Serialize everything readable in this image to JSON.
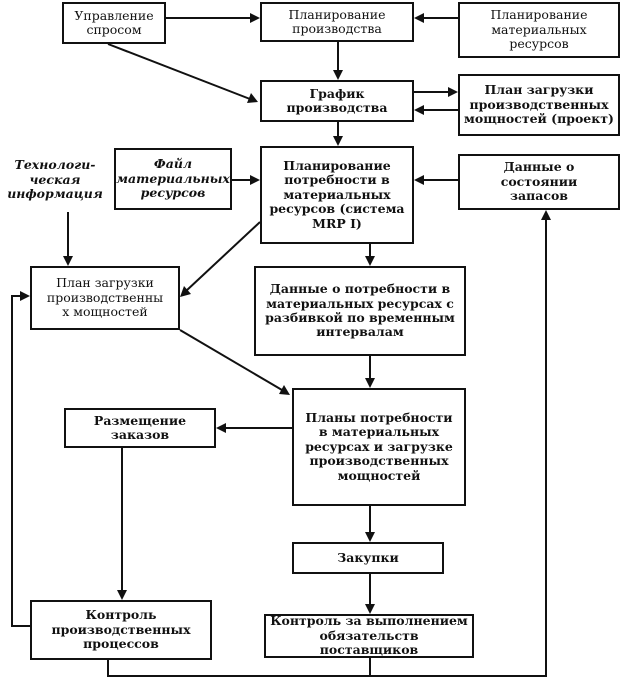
{
  "boxes": {
    "demand_management": "Управление\nспросом",
    "production_planning": "Планирование\nпроизводства",
    "material_resources_planning": "Планирование\nматериальных\nресурсов",
    "production_schedule": "График\nпроизводства",
    "capacity_plan_project": "План загрузки\nпроизводственных\nмощностей (проект)",
    "technological_info": "Технологи-\nческая\nинформация",
    "material_resources_file": "Файл\nматериальных\nресурсов",
    "mrp_planning": "Планирование\nпотребности в\nматериальных\nресурсов (система\nMRP I)",
    "inventory_status": "Данные о состоянии\nзапасов",
    "capacity_plan": "План загрузки\nпроизводственны\nх мощностей",
    "material_needs_data": "Данные о потребности в\nматериальных ресурсах с\nразбивкой по временным\nинтервалам",
    "needs_and_load_plans": "Планы потребности\nв материальных\nресурсах и загрузке\nпроизводственных\nмощностей",
    "order_placement": "Размещение\nзаказов",
    "purchases": "Закупки",
    "production_control": "Контроль\nпроизводственных\nпроцессов",
    "supplier_control": "Контроль за выполнением\nобязательств поставщиков"
  }
}
